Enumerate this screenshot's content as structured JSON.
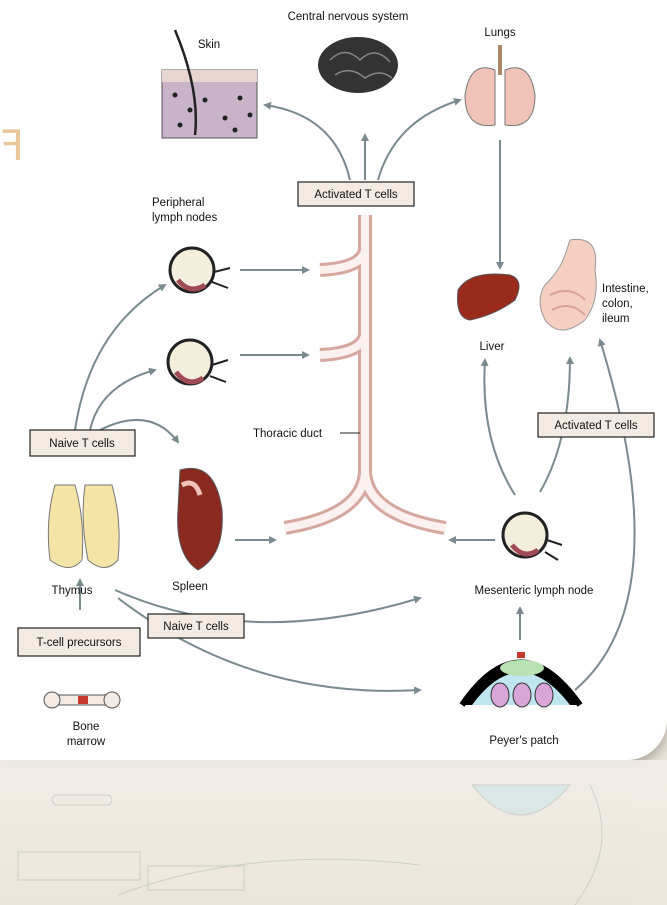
{
  "labels": {
    "cns": "Central nervous system",
    "skin": "Skin",
    "lungs": "Lungs",
    "peripheral_line1": "Peripheral",
    "peripheral_line2": "lymph nodes",
    "liver": "Liver",
    "intestine_line1": "Intestine,",
    "intestine_line2": "colon,",
    "intestine_line3": "ileum",
    "thoracic_duct": "Thoracic duct",
    "thymus": "Thymus",
    "spleen": "Spleen",
    "mesenteric": "Mesenteric lymph node",
    "bone_line1": "Bone",
    "bone_line2": "marrow",
    "peyers": "Peyer's patch"
  },
  "boxes": {
    "activated_top": "Activated T cells",
    "naive_left": "Naive T cells",
    "activated_right": "Activated T cells",
    "naive_bottom": "Naive T cells",
    "precursors": "T-cell precursors"
  },
  "colors": {
    "arrow": "#7a8a8f",
    "duct": "#d6a79f",
    "box_fill": "#f3ebe3"
  }
}
